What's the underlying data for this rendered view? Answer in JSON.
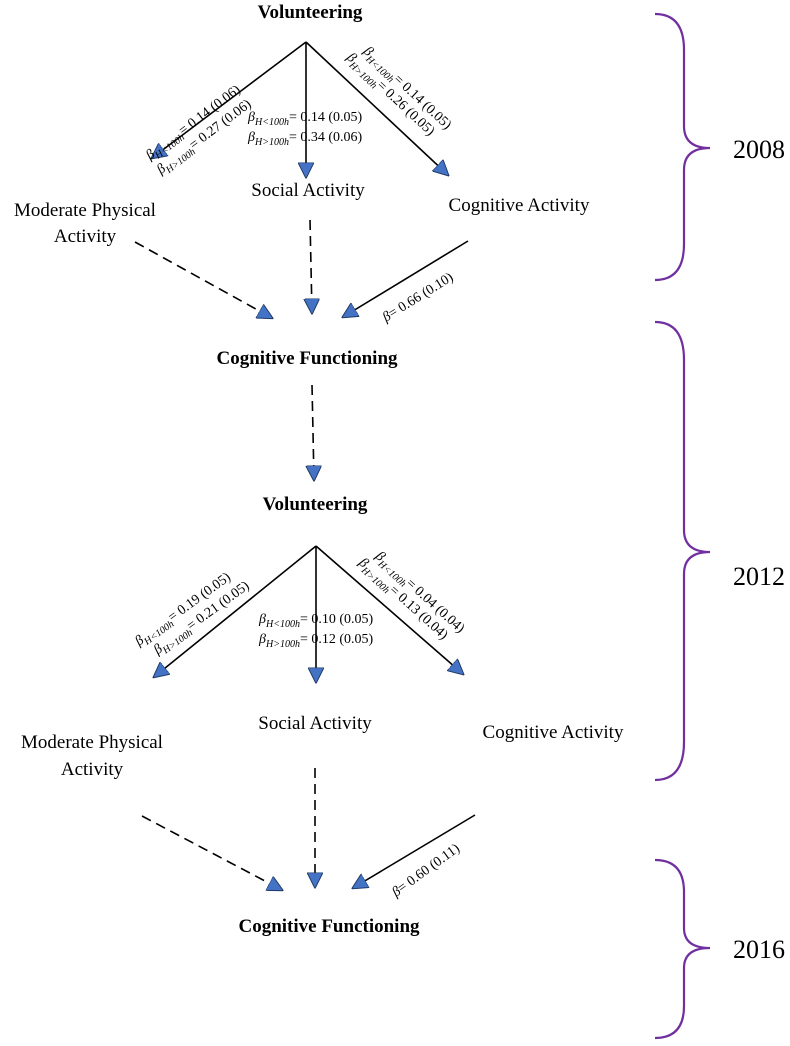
{
  "waves": [
    {
      "volunteering": "Volunteering",
      "moderate_physical_line1": "Moderate Physical",
      "moderate_physical_line2": "Activity",
      "social": "Social Activity",
      "cognitive_activity": "Cognitive Activity",
      "outcome": "Cognitive Functioning",
      "coef_left_1": "= 0.14 (0.06)",
      "coef_left_2": "= 0.27 (0.06)",
      "coef_mid_1": "= 0.14 (0.05)",
      "coef_mid_2": "= 0.34 (0.06)",
      "coef_right_1": "= 0.14 (0.05)",
      "coef_right_2": "= 0.26 (0.05)",
      "coef_cog_path": "= 0.66 (0.10)"
    },
    {
      "volunteering": "Volunteering",
      "moderate_physical_line1": "Moderate Physical",
      "moderate_physical_line2": "Activity",
      "social": "Social Activity",
      "cognitive_activity": "Cognitive Activity",
      "outcome": "Cognitive Functioning",
      "coef_left_1": "= 0.19 (0.05)",
      "coef_left_2": "= 0.21 (0.05)",
      "coef_mid_1": "= 0.10 (0.05)",
      "coef_mid_2": "= 0.12 (0.05)",
      "coef_right_1": "= 0.04 (0.04)",
      "coef_right_2": "= 0.13 (0.04)",
      "coef_cog_path": "= 0.60 (0.11)"
    }
  ],
  "symbols": {
    "beta": "β",
    "sub_low": "H<100h",
    "sub_high": "H>100h"
  },
  "years": [
    "2008",
    "2012",
    "2016"
  ],
  "colors": {
    "arrowhead": "#4472c4",
    "bracket": "#7030a0",
    "line": "#000000"
  }
}
